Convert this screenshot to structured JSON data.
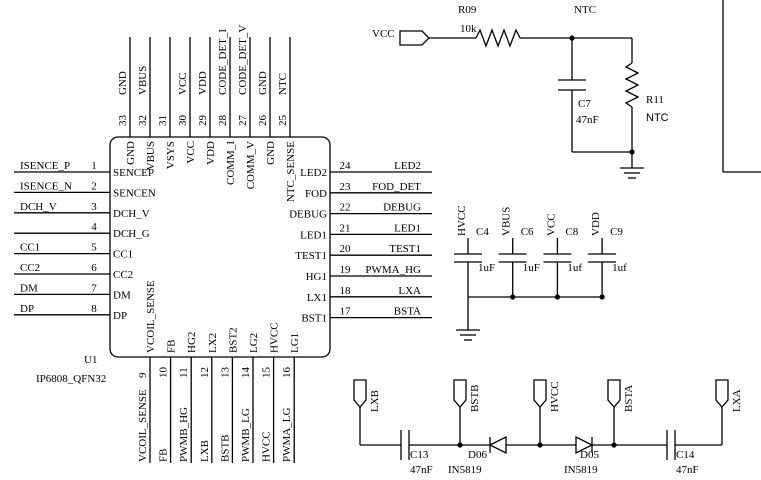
{
  "chip": {
    "ref": "U1",
    "part": "IP6808_QFN32",
    "left_pins": [
      {
        "num": "1",
        "name": "SENCEP",
        "net": "ISENCE_P"
      },
      {
        "num": "2",
        "name": "SENCEN",
        "net": "ISENCE_N"
      },
      {
        "num": "3",
        "name": "DCH_V",
        "net": "DCH_V"
      },
      {
        "num": "4",
        "name": "DCH_G",
        "net": ""
      },
      {
        "num": "5",
        "name": "CC1",
        "net": "CC1"
      },
      {
        "num": "6",
        "name": "CC2",
        "net": "CC2"
      },
      {
        "num": "7",
        "name": "DM",
        "net": "DM"
      },
      {
        "num": "8",
        "name": "DP",
        "net": "DP"
      }
    ],
    "right_pins": [
      {
        "num": "24",
        "name": "LED2",
        "net": "LED2"
      },
      {
        "num": "23",
        "name": "FOD",
        "net": "FOD_DET"
      },
      {
        "num": "22",
        "name": "DEBUG",
        "net": "DEBUG"
      },
      {
        "num": "21",
        "name": "LED1",
        "net": "LED1"
      },
      {
        "num": "20",
        "name": "TEST1",
        "net": "TEST1"
      },
      {
        "num": "19",
        "name": "HG1",
        "net": "PWMA_HG"
      },
      {
        "num": "18",
        "name": "LX1",
        "net": "LXA"
      },
      {
        "num": "17",
        "name": "BST1",
        "net": "BSTA"
      }
    ],
    "top_pins": [
      {
        "num": "33",
        "name": "GND",
        "net": "GND"
      },
      {
        "num": "32",
        "name": "VBUS",
        "net": "VBUS"
      },
      {
        "num": "31",
        "name": "VSYS",
        "net": ""
      },
      {
        "num": "30",
        "name": "VCC",
        "net": "VCC"
      },
      {
        "num": "29",
        "name": "VDD",
        "net": "VDD"
      },
      {
        "num": "28",
        "name": "COMM_I",
        "net": "CODE_DET_I"
      },
      {
        "num": "27",
        "name": "COMM_V",
        "net": "CODE_DET_V"
      },
      {
        "num": "26",
        "name": "GND",
        "net": "GND"
      },
      {
        "num": "25",
        "name": "NTC_SENSE",
        "net": "NTC"
      }
    ],
    "bottom_pins": [
      {
        "num": "9",
        "name": "VCOIL_SENSE",
        "net": "VCOIL_SENSE"
      },
      {
        "num": "10",
        "name": "FB",
        "net": "FB"
      },
      {
        "num": "11",
        "name": "HG2",
        "net": "PWMB_HG"
      },
      {
        "num": "12",
        "name": "LX2",
        "net": "LXB"
      },
      {
        "num": "13",
        "name": "BST2",
        "net": "BSTB"
      },
      {
        "num": "14",
        "name": "LG2",
        "net": "PWMB_LG"
      },
      {
        "num": "15",
        "name": "HVCC",
        "net": "HVCC"
      },
      {
        "num": "16",
        "name": "LG1",
        "net": "PWMA_LG"
      }
    ]
  },
  "ntc_circuit": {
    "vcc_label": "VCC",
    "r09_ref": "R09",
    "r09_value": "10k",
    "ntc_net": "NTC",
    "c7_ref": "C7",
    "c7_value": "47nF",
    "r11_ref": "R11",
    "r11_value": "NTC"
  },
  "decoupling": [
    {
      "net": "HVCC",
      "ref": "C4",
      "value": "1uF"
    },
    {
      "net": "VBUS",
      "ref": "C6",
      "value": "1uF"
    },
    {
      "net": "VCC",
      "ref": "C8",
      "value": "1uf"
    },
    {
      "net": "VDD",
      "ref": "C9",
      "value": "1uf"
    }
  ],
  "bootstrap": {
    "ports": [
      "LXB",
      "BSTB",
      "HVCC",
      "BSTA",
      "LXA"
    ],
    "c13_ref": "C13",
    "c13_value": "47nF",
    "d06_ref": "D06",
    "d06_value": "IN5819",
    "d05_ref": "D05",
    "d05_value": "IN5819",
    "c14_ref": "C14",
    "c14_value": "47nF"
  }
}
